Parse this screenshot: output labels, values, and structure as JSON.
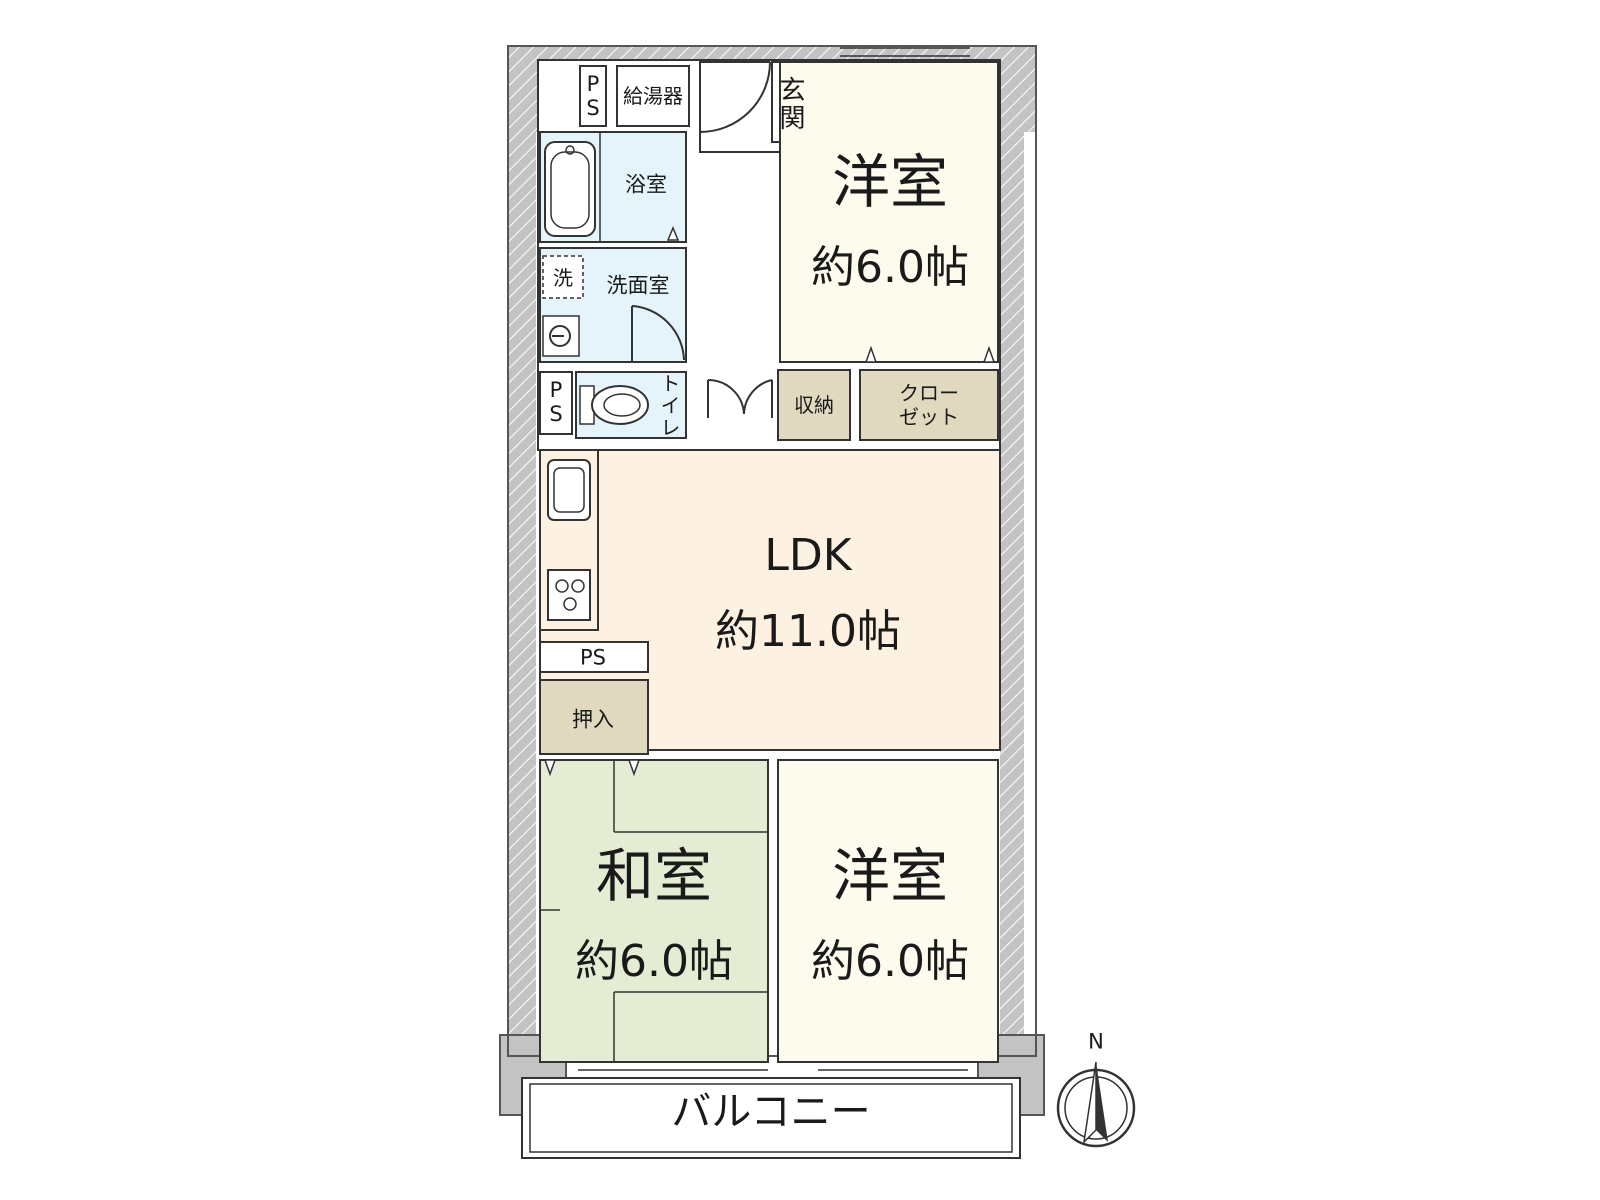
{
  "colors": {
    "wall": "#c3c3c3",
    "western_room": "#fcfbee",
    "japanese_room": "#e4edd3",
    "ldk": "#fdf1e1",
    "wet_area": "#e5f3fb",
    "storage": "#e0d9bf",
    "line": "#333333"
  },
  "rooms": {
    "western_north": {
      "name": "洋室",
      "size": "約6.0帖"
    },
    "ldk": {
      "name": "LDK",
      "size": "約11.0帖"
    },
    "japanese": {
      "name": "和室",
      "size": "約6.0帖"
    },
    "western_south": {
      "name": "洋室",
      "size": "約6.0帖"
    },
    "bath": {
      "name": "浴室"
    },
    "washroom": {
      "name": "洗面室"
    },
    "washer": {
      "name": "洗"
    },
    "toilet": {
      "name": "トイレ"
    },
    "entrance": {
      "name": "玄関"
    },
    "water_heater": {
      "name": "給湯器"
    },
    "ps_top": {
      "p": "P",
      "s": "S"
    },
    "ps_mid": {
      "p": "P",
      "s": "S"
    },
    "ps_ldk": {
      "name": "PS"
    },
    "storage": {
      "name": "収納"
    },
    "closet": {
      "line1": "クロー",
      "line2": "ゼット"
    },
    "oshiire": {
      "name": "押入"
    },
    "balcony": {
      "name": "バルコニー"
    }
  },
  "compass": {
    "label": "N",
    "icon": "north-arrow-icon"
  }
}
